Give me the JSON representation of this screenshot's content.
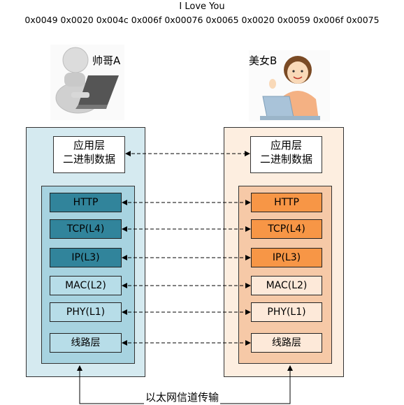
{
  "header": {
    "title": "I Love You",
    "hex": "0x0049 0x0020  0x004c 0x006f 0x00076 0x0065 0x0020 0x0059 0x006f 0x0075"
  },
  "people": {
    "a_label": "帅哥A",
    "b_label": "美女B"
  },
  "stack_a": {
    "app_line1": "应用层",
    "app_line2": "二进制数据",
    "layers": [
      "HTTP",
      "TCP(L4)",
      "IP(L3)",
      "MAC(L2)",
      "PHY(L1)",
      "线路层"
    ]
  },
  "stack_b": {
    "app_line1": "应用层",
    "app_line2": "二进制数据",
    "layers": [
      "HTTP",
      "TCP(L4)",
      "IP(L3)",
      "MAC(L2)",
      "PHY(L1)",
      "线路层"
    ]
  },
  "channel_label": "以太网信道传输",
  "colors": {
    "a_outer": "#d5eaf0",
    "a_inner": "#a7d3e0",
    "a_dark_layer": "#31849b",
    "b_outer": "#fdeee0",
    "b_inner": "#f6c9a7",
    "b_dark_layer": "#f79646"
  },
  "icons": {
    "a": "person-with-laptop-icon",
    "b": "woman-with-laptop-icon"
  }
}
